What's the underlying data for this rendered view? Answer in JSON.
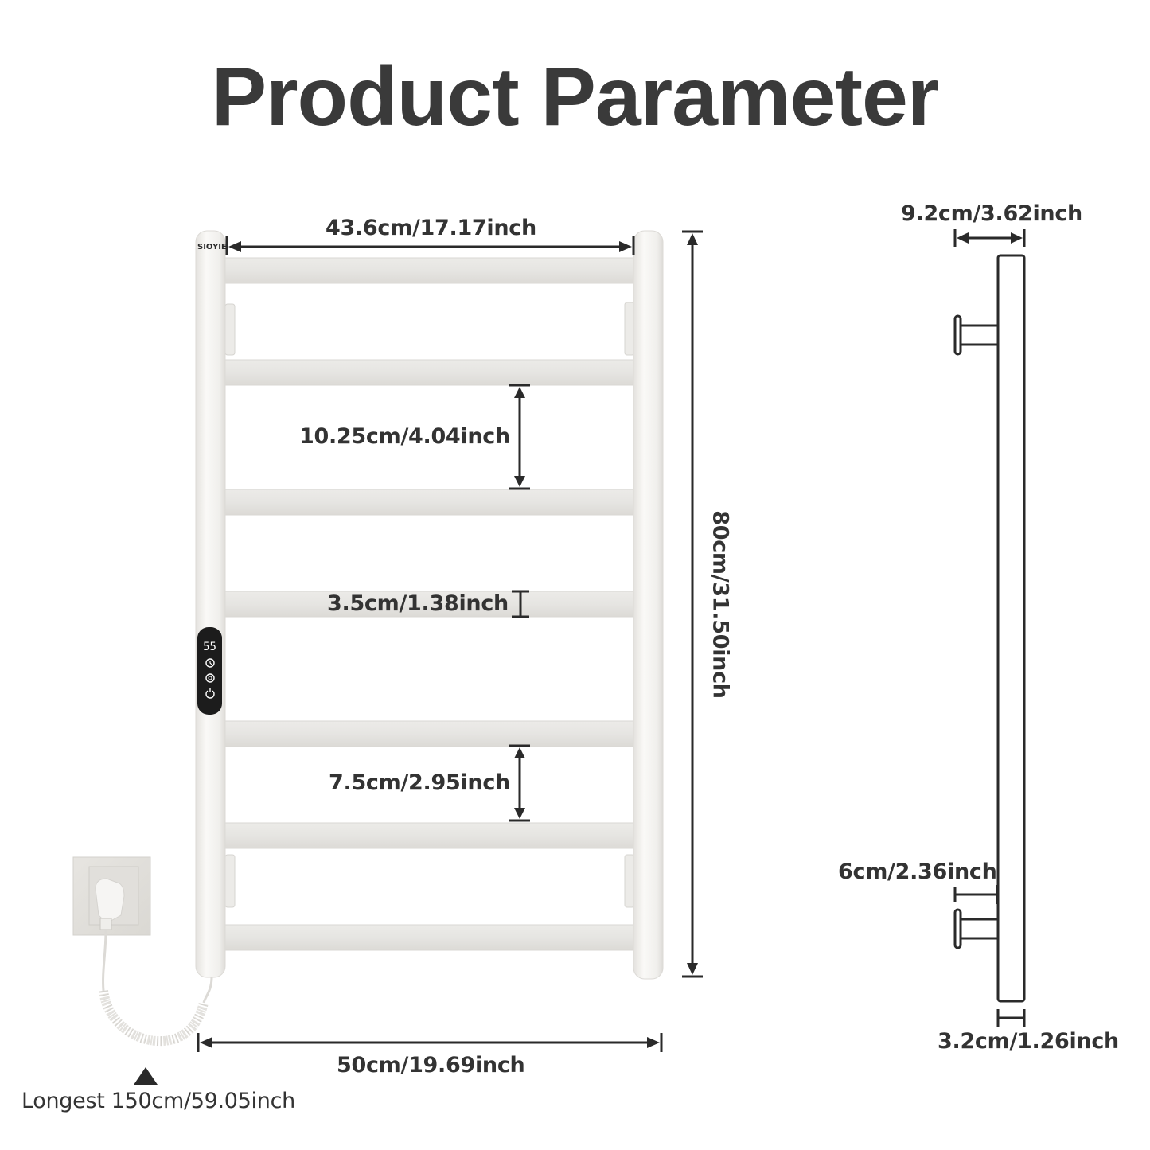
{
  "title": "Product Parameter",
  "brand_label": "SIOYIE",
  "control_panel": {
    "display_value": "55",
    "buttons": [
      "timer-icon",
      "mode-icon",
      "power-icon"
    ]
  },
  "dimensions": {
    "inner_width": "43.6cm/17.17inch",
    "bar_gap_large": "10.25cm/4.04inch",
    "bar_thickness": "3.5cm/1.38inch",
    "bar_gap_small": "7.5cm/2.95inch",
    "total_height": "80cm/31.50inch",
    "total_width": "50cm/19.69inch",
    "cable_length": "Longest 150cm/59.05inch",
    "depth": "9.2cm/3.62inch",
    "bracket_offset": "6cm/2.36inch",
    "post_diameter": "3.2cm/1.26inch"
  },
  "colors": {
    "background": "#ffffff",
    "rack_white": "#f1f0ed",
    "dimension_line": "#2a2a2a",
    "text": "#333333",
    "panel": "#1c1c1c"
  }
}
